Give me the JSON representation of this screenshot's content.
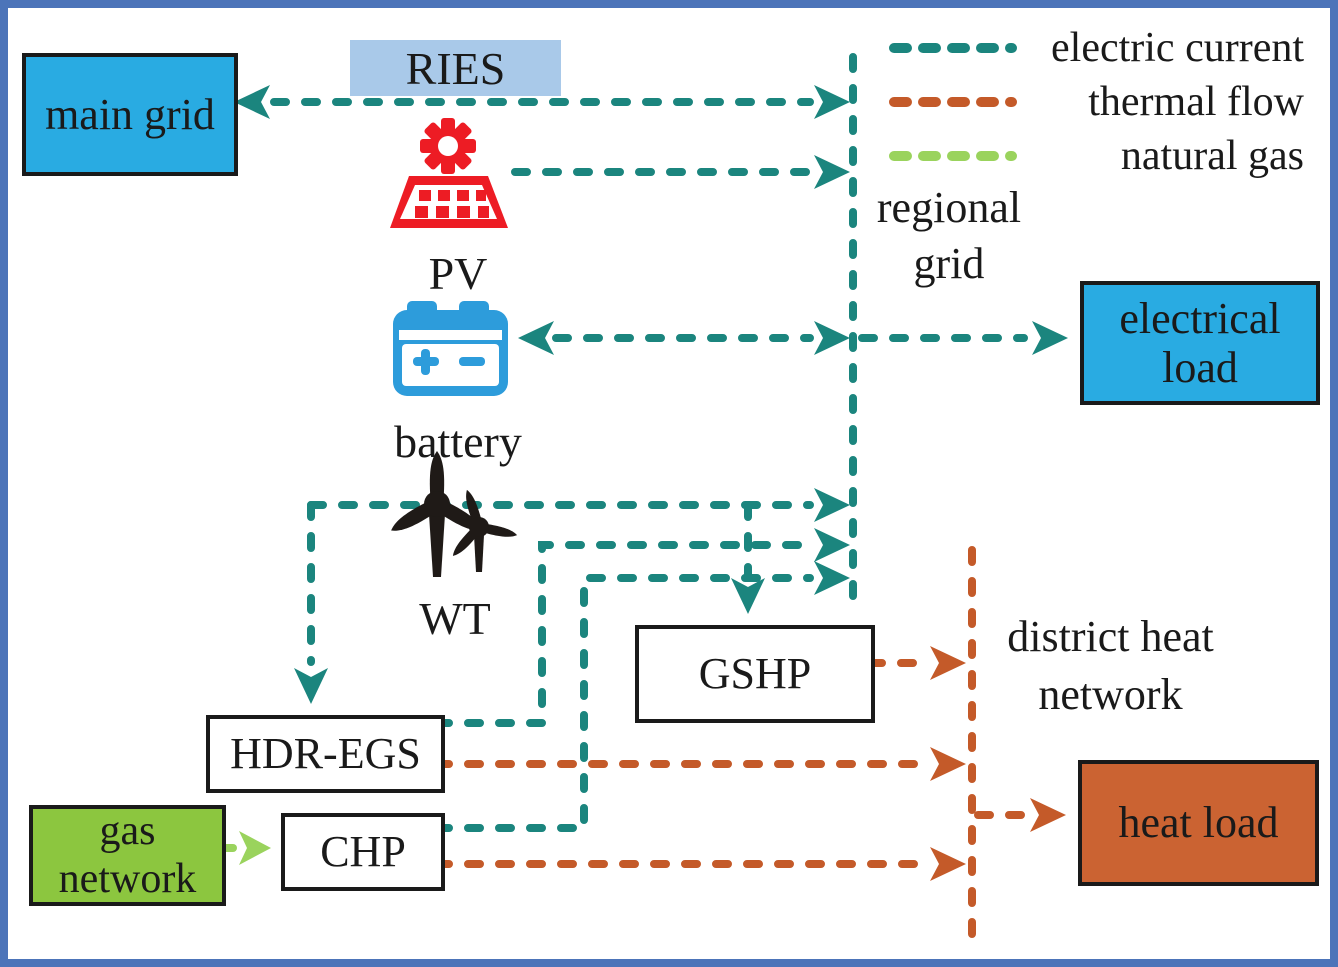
{
  "title": "RIES",
  "legend": {
    "items": [
      {
        "label": "electric current",
        "color": "#1b857e"
      },
      {
        "label": "thermal flow",
        "color": "#c45a29"
      },
      {
        "label": "natural gas",
        "color": "#9ad35d"
      }
    ]
  },
  "nodes": {
    "main_grid": {
      "label": "main grid"
    },
    "electrical_load": {
      "label": "electrical load"
    },
    "gshp": {
      "label": "GSHP"
    },
    "hdr_egs": {
      "label": "HDR-EGS"
    },
    "chp": {
      "label": "CHP"
    },
    "gas_network": {
      "label": "gas network"
    },
    "heat_load": {
      "label": "heat load"
    }
  },
  "components": {
    "pv": {
      "label": "PV",
      "icon": "solar-panel-icon"
    },
    "battery": {
      "label": "battery",
      "icon": "battery-icon"
    },
    "wt": {
      "label": "WT",
      "icon": "wind-turbine-icon"
    }
  },
  "annotations": {
    "regional_grid": {
      "label": "regional grid"
    },
    "district_heat_network": {
      "label": "district heat network"
    }
  },
  "edges": [
    {
      "from": "regional grid",
      "to": "main grid",
      "type": "electric",
      "bidirectional": true
    },
    {
      "from": "PV",
      "to": "regional grid",
      "type": "electric"
    },
    {
      "from": "battery",
      "to": "regional grid",
      "type": "electric",
      "bidirectional": true
    },
    {
      "from": "WT",
      "to": "regional grid",
      "type": "electric"
    },
    {
      "from": "WT",
      "to": "HDR-EGS",
      "type": "electric"
    },
    {
      "from": "regional grid",
      "to": "GSHP",
      "type": "electric"
    },
    {
      "from": "HDR-EGS",
      "to": "regional grid",
      "type": "electric"
    },
    {
      "from": "CHP",
      "to": "regional grid",
      "type": "electric"
    },
    {
      "from": "regional grid",
      "to": "electrical load",
      "type": "electric"
    },
    {
      "from": "GSHP",
      "to": "district heat network",
      "type": "thermal"
    },
    {
      "from": "HDR-EGS",
      "to": "district heat network",
      "type": "thermal"
    },
    {
      "from": "CHP",
      "to": "district heat network",
      "type": "thermal"
    },
    {
      "from": "district heat network",
      "to": "heat load",
      "type": "thermal"
    },
    {
      "from": "gas network",
      "to": "CHP",
      "type": "natural_gas"
    }
  ],
  "colors": {
    "electric": "#1b857e",
    "thermal": "#c45a29",
    "gas_line": "#9ad35d",
    "gas_box": "#8cc63f",
    "node_blue": "#29abe2",
    "ries_bg": "#a9c9e9",
    "heat_box": "#cb6332",
    "battery_blue": "#2d9cdb",
    "pv_red": "#ed1c24",
    "wt_black": "#1f1a17",
    "frame": "#4c74b9"
  }
}
